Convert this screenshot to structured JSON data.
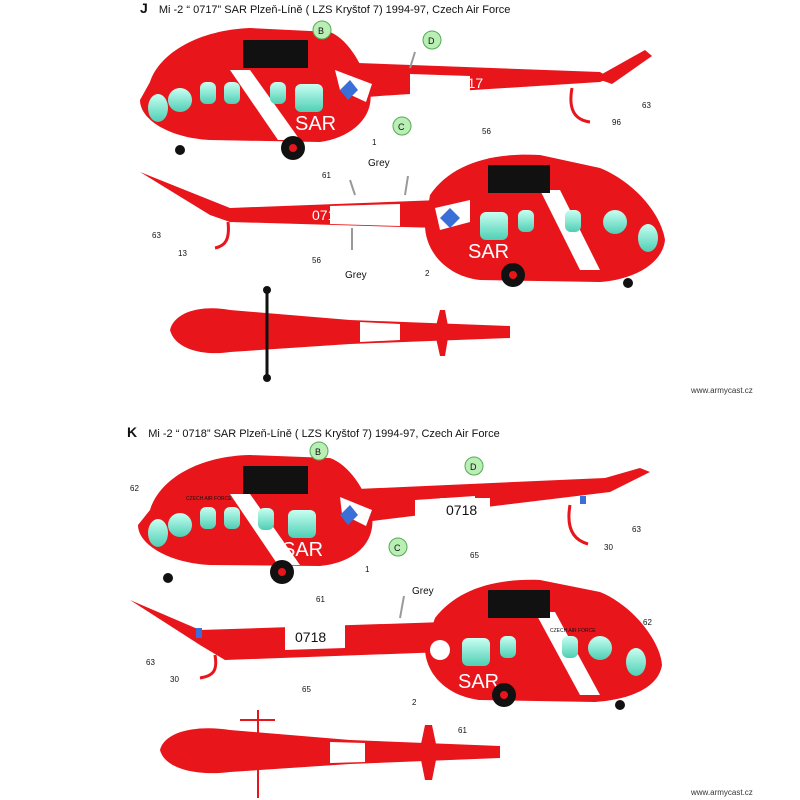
{
  "sections": [
    {
      "letter": "J",
      "title": "Mi -2  “ 0717”  SAR  Plzeň-Líně ( LZS Kryštof 7) 1994-97,  Czech Air Force",
      "serial": "0717",
      "sar": "SAR",
      "grey_label": "Grey",
      "callouts": [
        "1",
        "2",
        "13",
        "56",
        "61",
        "63",
        "96"
      ],
      "circles": [
        "B",
        "C",
        "D"
      ]
    },
    {
      "letter": "K",
      "title": "Mi -2  “ 0718”  SAR  Plzeň-Líně ( LZS Kryštof 7) 1994-97,  Czech Air Force",
      "serial": "0718",
      "sar": "SAR",
      "grey_label": "Grey",
      "callouts": [
        "1",
        "2",
        "30",
        "61",
        "62",
        "63",
        "65"
      ],
      "circles": [
        "B",
        "C",
        "D"
      ],
      "fuselage_text": "CZECH AIR FORCE"
    }
  ],
  "watermark": "www.armycast.cz",
  "colors": {
    "red": "#e8151b",
    "white": "#ffffff",
    "glass": "#7fe8d2",
    "black": "#111111",
    "tailband": "#3b6fd8",
    "callout_circle": "#b9efb4"
  }
}
